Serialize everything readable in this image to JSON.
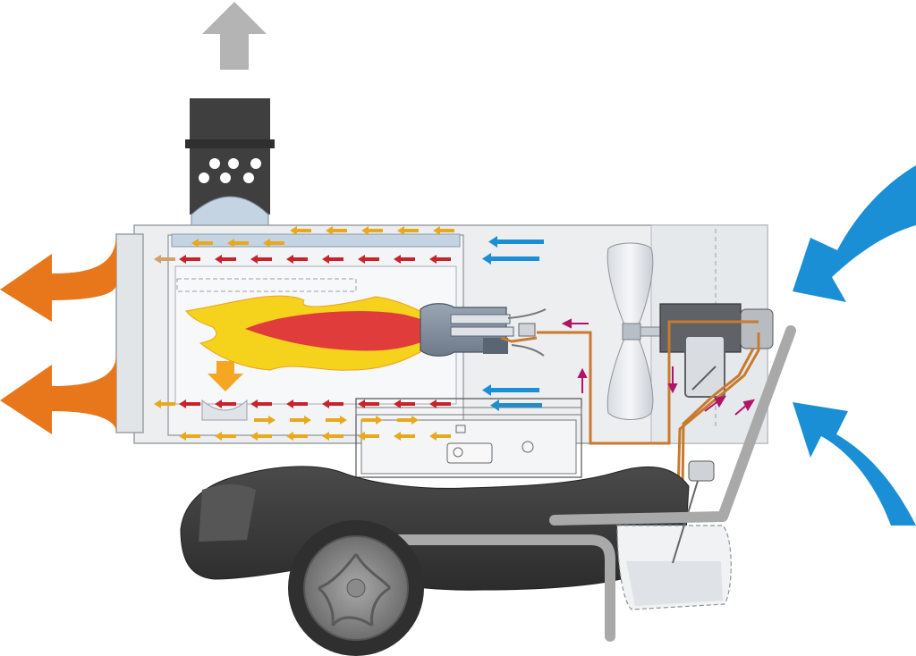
{
  "diagram": {
    "type": "cutaway illustration",
    "colors": {
      "hot_air_out": "#e8771c",
      "cold_air_in": "#1a8fd6",
      "exhaust": "#b4b4b4",
      "flame_outer": "#f5d21c",
      "flame_inner": "#e03c3c",
      "flow_inner": "#c8232c",
      "flow_outer": "#e8a91c",
      "fuel_line": "#c87a2e",
      "fuel_flow": "#b0156a",
      "housing": "#eceef0",
      "chassis": "#3b3b3b",
      "handle": "#a9a9a9"
    },
    "icons": [
      "exhaust-up-arrow",
      "chimney",
      "hot-air-out-arrow",
      "cold-air-in-arrow",
      "flame",
      "fan",
      "burner",
      "fuel-pump",
      "fuel-tank",
      "wheel",
      "handle",
      "control-panel"
    ],
    "text": []
  }
}
